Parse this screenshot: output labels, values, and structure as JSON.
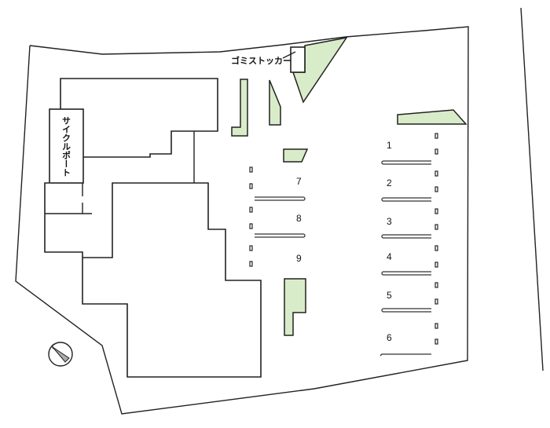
{
  "labels": {
    "garbage_stocker": "ゴミストッカー",
    "cycle_port": "サイクルポート"
  },
  "parking": {
    "right_column": [
      "1",
      "2",
      "3",
      "4",
      "5",
      "6"
    ],
    "left_column": [
      "7",
      "8",
      "9"
    ]
  },
  "colors": {
    "greenery": "#d9ecc9",
    "line": "#222222"
  },
  "compass": {
    "icon": "north-arrow-icon"
  }
}
